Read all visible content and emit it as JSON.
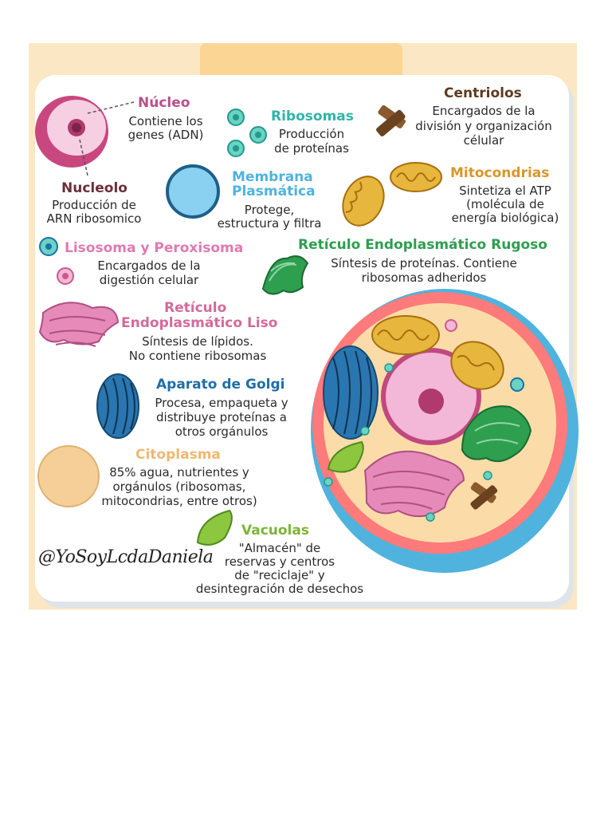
{
  "labels": {
    "nucleo": {
      "title": "Núcleo",
      "desc": "Contiene los genes (ADN)"
    },
    "nucleolo": {
      "title": "Nucleolo",
      "desc_line1": "Producción de",
      "desc_line2": "ARN ribosomico"
    },
    "ribosomas": {
      "title": "Ribosomas",
      "desc_line1": "Producción",
      "desc_line2": "de proteínas"
    },
    "centriolos": {
      "title": "Centriolos",
      "desc_line1": "Encargados de la",
      "desc_line2": "división y organización",
      "desc_line3": "célular"
    },
    "membrana": {
      "title_line1": "Membrana",
      "title_line2": "Plasmática",
      "desc_line1": "Protege,",
      "desc_line2": "estructura y filtra"
    },
    "mitocondrias": {
      "title": "Mitocondrias",
      "desc_line1": "Sintetiza el ATP",
      "desc_line2": "(molécula de",
      "desc_line3": "energía biológica)"
    },
    "lisosoma": {
      "title": "Lisosoma y Peroxisoma",
      "desc_line1": "Encargados de la",
      "desc_line2": "digestión celular"
    },
    "rer": {
      "title": "Retículo Endoplasmático Rugoso",
      "desc_line1": "Síntesis de proteínas. Contiene",
      "desc_line2": "ribosomas adheridos"
    },
    "rel": {
      "title_line1": "Retículo",
      "title_line2": "Endoplasmático Liso",
      "desc_line1": "Síntesis de lípidos.",
      "desc_line2": "No contiene ribosomas"
    },
    "golgi": {
      "title": "Aparato de Golgi",
      "desc_line1": "Procesa, empaqueta y",
      "desc_line2": "distribuye proteínas a",
      "desc_line3": "otros orgánulos"
    },
    "citoplasma": {
      "title": "Citoplasma",
      "desc_line1": "85% agua, nutrientes y",
      "desc_line2": "orgánulos (ribosomas,",
      "desc_line3": "mitocondrias, entre otros)"
    },
    "vacuolas": {
      "title": "Vacuolas",
      "desc_line1": "\"Almacén\" de",
      "desc_line2": "reservas y centros",
      "desc_line3": "de \"reciclaje\" y",
      "desc_line4": "desintegración de desechos"
    }
  },
  "signature": "@YoSoyLcdaDaniela",
  "colors": {
    "frame_bg": "#fbe7c3",
    "title_tab": "#fbd594",
    "nucleo": "#b8508a",
    "nucleolo": "#7a3a4a",
    "ribosomas": "#2fb6a8",
    "centriolos": "#5e3a1e",
    "membrana": "#4fb3dd",
    "mitocondrias": "#d9962a",
    "lisosoma": "#e07ab0",
    "rer": "#2e9e4f",
    "rel": "#d46a9b",
    "golgi": "#1f6fa8",
    "citoplasma": "#f3c891",
    "vacuolas": "#7bb536"
  }
}
